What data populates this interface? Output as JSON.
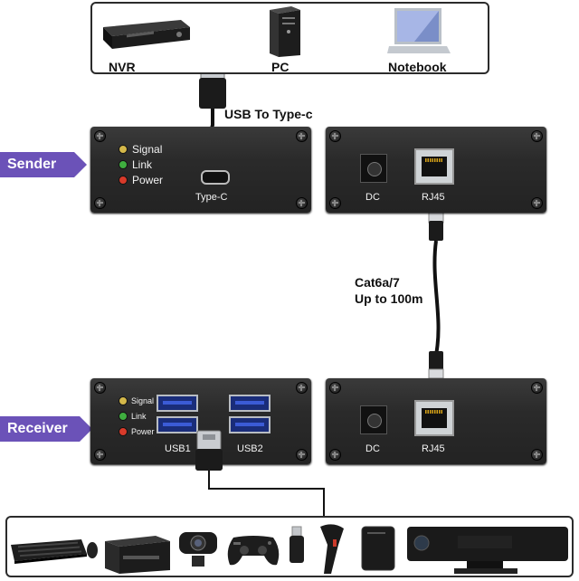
{
  "top_devices": {
    "nvr": "NVR",
    "pc": "PC",
    "notebook": "Notebook"
  },
  "cables": {
    "usb_to_typec": "USB To Type-c",
    "cat_line1": "Cat6a/7",
    "cat_line2": "Up to 100m"
  },
  "sender": {
    "tag": "Sender",
    "leds": [
      "Signal",
      "Link",
      "Power"
    ],
    "port": "Type-C",
    "right_ports": [
      "DC",
      "RJ45"
    ]
  },
  "receiver": {
    "tag": "Receiver",
    "leds": [
      "Signal",
      "Link",
      "Power"
    ],
    "ports": [
      "USB1",
      "USB2"
    ],
    "right_ports": [
      "DC",
      "RJ45"
    ]
  },
  "led_colors": [
    "#d4b84a",
    "#3fae3f",
    "#d83a2a"
  ],
  "tag_color": "#6b52b8",
  "bottom_devices": [
    "keyboard-mouse-icon",
    "printer-icon",
    "webcam-icon",
    "gamepad-icon",
    "usb-drive-icon",
    "barcode-scanner-icon",
    "hard-drive-icon",
    "kinect-sensor-icon"
  ]
}
